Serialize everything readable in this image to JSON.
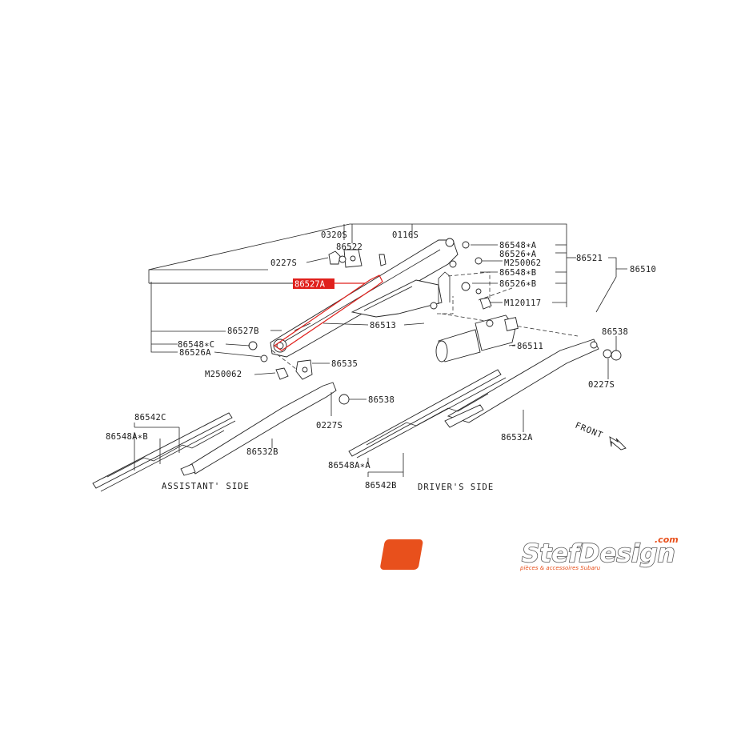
{
  "diagram": {
    "highlighted_part": "86527A",
    "highlight_color": "#e0201c",
    "labels": {
      "p0320S": "0320S",
      "p86522": "86522",
      "p0116S": "0116S",
      "p0227S_top": "0227S",
      "p86548A": "86548∗A",
      "p86526A_r": "86526∗A",
      "pM250062_r": "M250062",
      "p86548B": "86548∗B",
      "p86526B": "86526∗B",
      "pM120117": "M120117",
      "p86521": "86521",
      "p86510": "86510",
      "p86527B": "86527B",
      "p86513": "86513",
      "p86548C": "86548∗C",
      "p86526A_l": "86526A",
      "pM250062_l": "M250062",
      "p86535": "86535",
      "p86511": "86511",
      "p86538_r": "86538",
      "p0227S_r": "0227S",
      "p86538_m": "86538",
      "p0227S_m": "0227S",
      "p86542C": "86542C",
      "p86548AB": "86548A∗B",
      "p86532B": "86532B",
      "p86532A": "86532A",
      "p86548AA": "86548A∗A",
      "p86542B": "86542B",
      "front": "FRONT"
    },
    "captions": {
      "assistant": "ASSISTANT' SIDE",
      "driver": "DRIVER'S SIDE"
    }
  },
  "brand": {
    "name": "StefDesign",
    "suffix": ".com",
    "tagline": "pièces & accessoires Subaru",
    "mark": "SD",
    "color": "#e8501c"
  }
}
